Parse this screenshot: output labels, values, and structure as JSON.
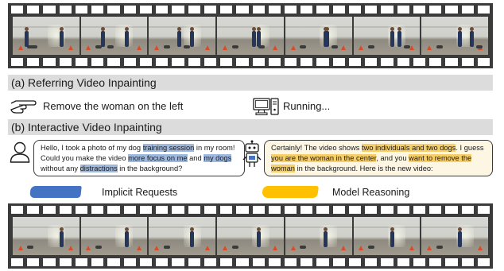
{
  "sections": {
    "referring": {
      "title": "(a) Referring Video Inpainting",
      "instruction": "Remove the woman on the left",
      "status": "Running..."
    },
    "interactive": {
      "title": "(b) Interactive Video Inpainting",
      "user_message": [
        {
          "text": "Hello, I took a photo of my dog ",
          "hl": ""
        },
        {
          "text": "training session",
          "hl": "blue"
        },
        {
          "text": " in my room! Could you make the video ",
          "hl": ""
        },
        {
          "text": "more focus on me",
          "hl": "blue"
        },
        {
          "text": " and ",
          "hl": ""
        },
        {
          "text": "my dogs",
          "hl": "blue"
        },
        {
          "text": " without any ",
          "hl": ""
        },
        {
          "text": "distractions",
          "hl": "blue"
        },
        {
          "text": " in the background?",
          "hl": ""
        }
      ],
      "model_message": [
        {
          "text": "Certainly! The video shows ",
          "hl": ""
        },
        {
          "text": "two individuals and two dogs",
          "hl": "yellow"
        },
        {
          "text": ". I guess ",
          "hl": ""
        },
        {
          "text": "you are the woman in the center",
          "hl": "yellow"
        },
        {
          "text": ", and you ",
          "hl": ""
        },
        {
          "text": "want to remove the woman",
          "hl": "yellow"
        },
        {
          "text": " in the background. Here is the new video:",
          "hl": ""
        }
      ]
    }
  },
  "legend": {
    "implicit": "Implicit Requests",
    "reasoning": "Model Reasoning"
  },
  "icons": {
    "instruction": "pointing-hand-icon",
    "status": "computer-icon",
    "user": "user-icon",
    "model": "robot-icon"
  },
  "colors": {
    "implicit_requests": "#4473c4",
    "model_reasoning": "#ffc000",
    "section_bar": "#dcdcdc",
    "film": "#3b3b3b"
  },
  "film_strips": {
    "top_frame_count": 7,
    "bottom_frame_count": 7
  }
}
